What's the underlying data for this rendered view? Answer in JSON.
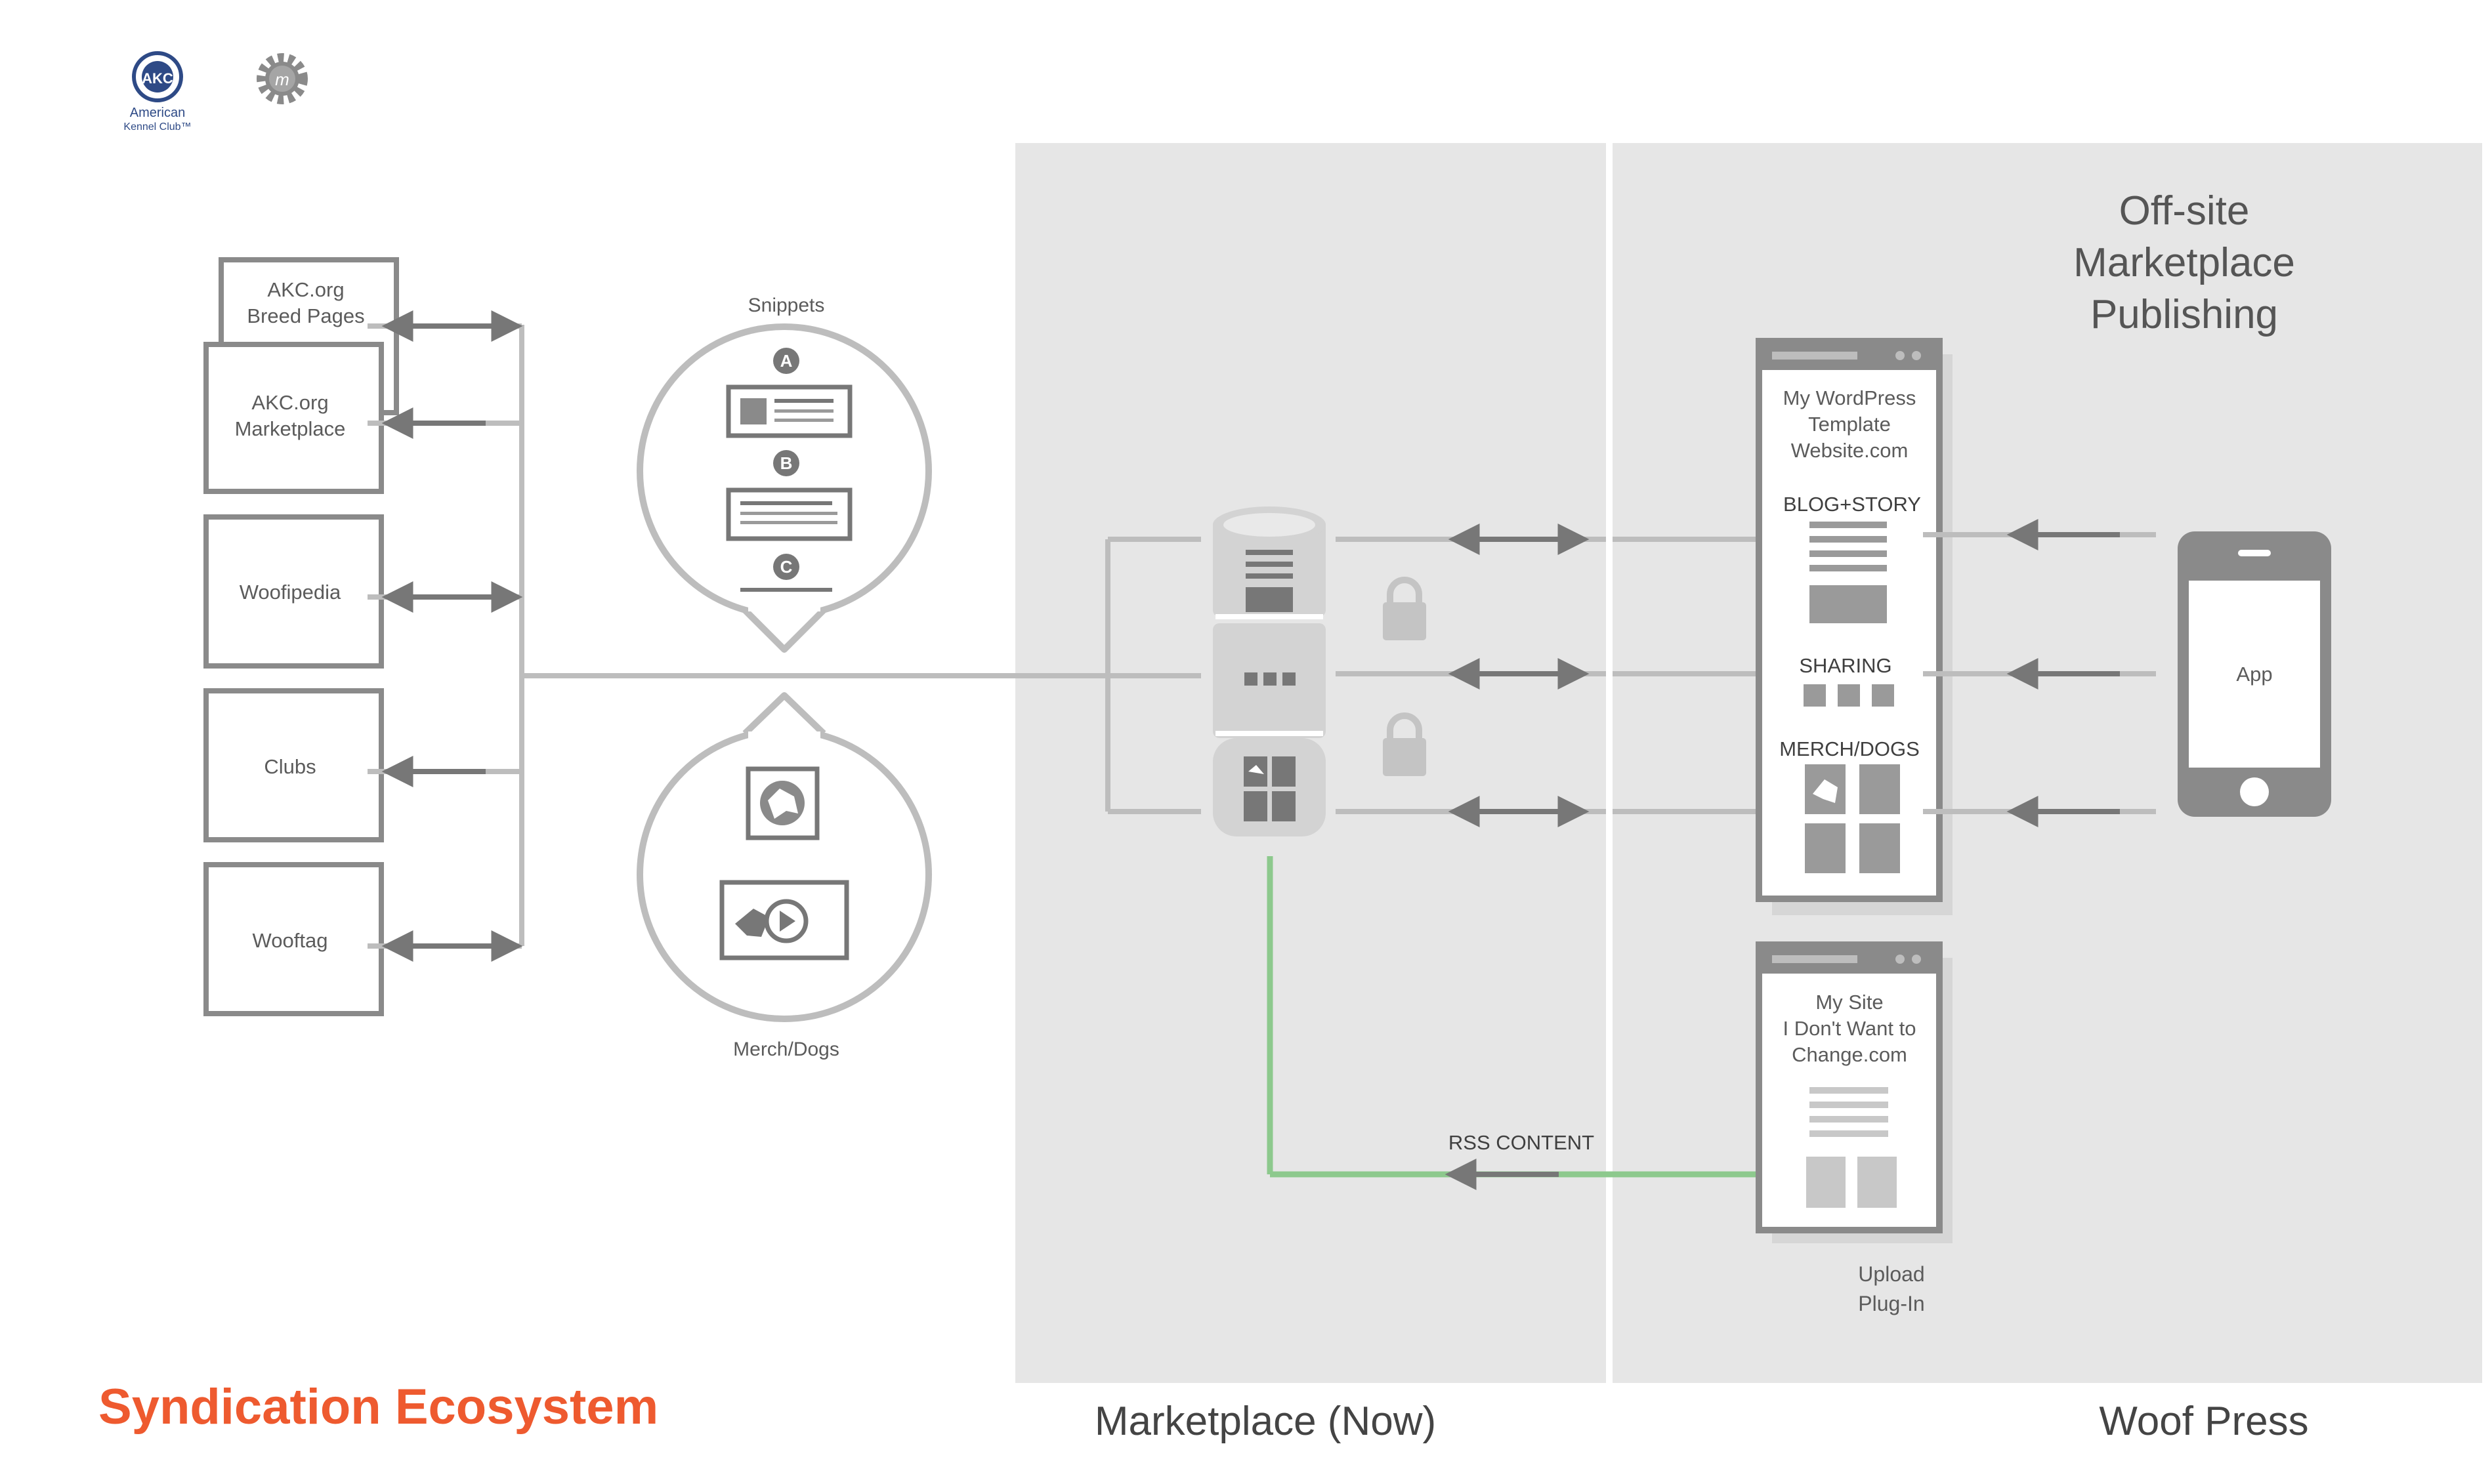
{
  "logos": {
    "akc_line1": "American",
    "akc_line2": "Kennel Club™"
  },
  "title": "Syndication Ecosystem",
  "sources": [
    {
      "label_lines": [
        "AKC.org",
        "Breed Pages"
      ]
    },
    {
      "label_lines": [
        "AKC.org",
        "Marketplace"
      ]
    },
    {
      "label_lines": [
        "Woofipedia"
      ]
    },
    {
      "label_lines": [
        "Clubs"
      ]
    },
    {
      "label_lines": [
        "Wooftag"
      ]
    }
  ],
  "snippets": {
    "heading": "Snippets",
    "badges": [
      "A",
      "B",
      "C"
    ]
  },
  "merch": {
    "heading": "Merch/Dogs"
  },
  "zones": {
    "marketplace": "Marketplace (Now)",
    "woofpress": "Woof Press"
  },
  "offsite_heading": [
    "Off-site",
    "Marketplace",
    "Publishing"
  ],
  "wordpress": {
    "title_lines": [
      "My WordPress",
      "Template",
      "Website.com"
    ],
    "sections": [
      "BLOG+STORY",
      "SHARING",
      "MERCH/DOGS"
    ]
  },
  "mysite": {
    "title_lines": [
      "My Site",
      "I Don't Want to",
      "Change.com"
    ]
  },
  "rss_label": "RSS CONTENT",
  "upload_lines": [
    "Upload",
    "Plug-In"
  ],
  "phone": {
    "label": "App"
  },
  "colors": {
    "title": "#ee5a2f",
    "rss_line": "#8dc98d",
    "panel": "#e6e6e6",
    "box_border": "#8a8a8a",
    "line": "#bdbdbd",
    "arrow": "#777777"
  }
}
